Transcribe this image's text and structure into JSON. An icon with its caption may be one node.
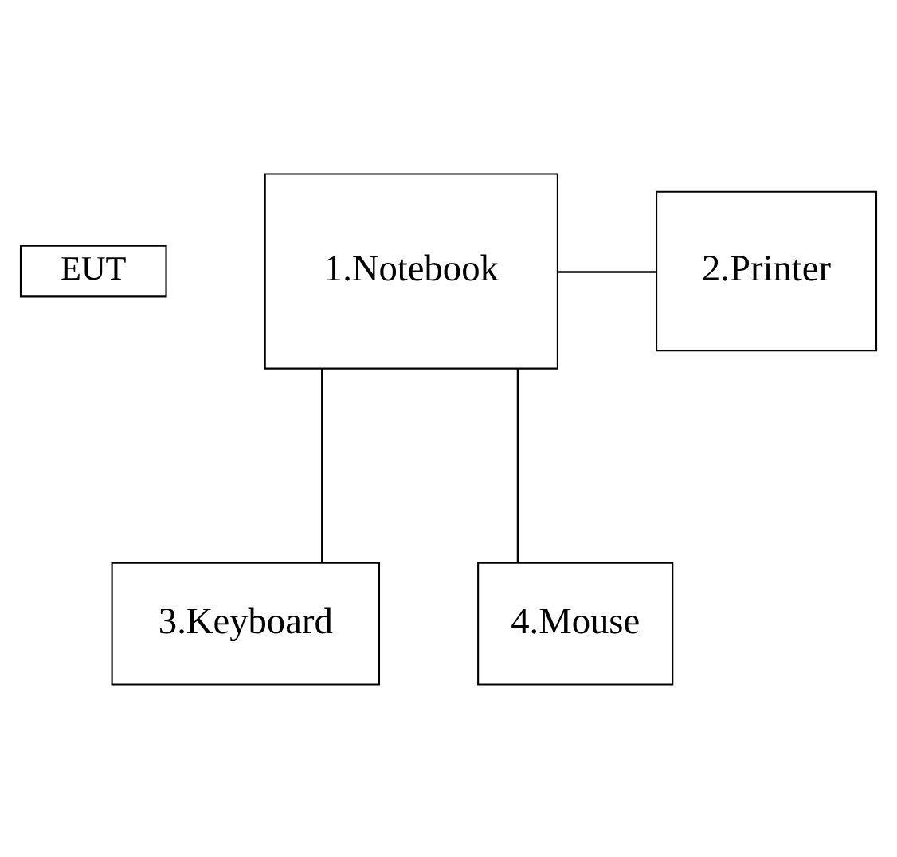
{
  "diagram": {
    "nodes": [
      {
        "text": [
          "EUT"
        ]
      },
      {
        "text": [
          "1.Notebook"
        ]
      },
      {
        "text": [
          "2.Printer"
        ]
      },
      {
        "text": [
          "3.Keyboard"
        ]
      },
      {
        "text": [
          "4.Mouse"
        ]
      }
    ],
    "edges": [
      {
        "from": 1,
        "to": 2,
        "arrow": "none"
      },
      {
        "from": 1,
        "to": 3,
        "arrow": "none"
      },
      {
        "from": 1,
        "to": 4,
        "arrow": "none"
      }
    ]
  }
}
